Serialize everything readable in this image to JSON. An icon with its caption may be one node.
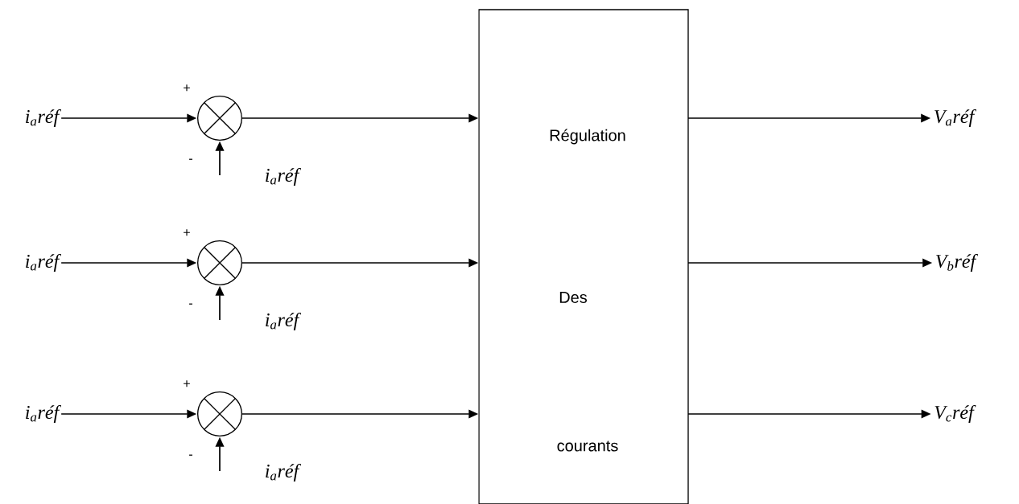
{
  "diagram": {
    "nodes": [
      {
        "text": [
          "Régulation",
          "Des",
          "courants"
        ]
      },
      {
        "text": [
          "i$_{a}$réf"
        ]
      },
      {
        "text": [
          "i$_{a}$réf"
        ]
      },
      {
        "text": [
          "i$_{a}$réf"
        ]
      },
      {
        "text": [],
        "shape": "circle"
      },
      {
        "text": [],
        "shape": "circle"
      },
      {
        "text": [],
        "shape": "circle"
      },
      {
        "text": [
          "V$_{a}$réf"
        ]
      },
      {
        "text": [
          "V$_{b}$réf"
        ]
      },
      {
        "text": [
          "V$_{c}$réf"
        ]
      }
    ],
    "edges": [
      {
        "from": 1,
        "to": 4,
        "arrow": "to"
      },
      {
        "from": null,
        "to": 4,
        "arrow": "to"
      },
      {
        "from": 4,
        "to": 0,
        "arrow": "to"
      },
      {
        "from": 0,
        "to": 7,
        "arrow": "to"
      },
      {
        "from": 2,
        "to": 5,
        "arrow": "to"
      },
      {
        "from": null,
        "to": 5,
        "arrow": "to"
      },
      {
        "from": 5,
        "to": 0,
        "arrow": "to"
      },
      {
        "from": 0,
        "to": 8,
        "arrow": "to"
      },
      {
        "from": 3,
        "to": 6,
        "arrow": "to"
      },
      {
        "from": null,
        "to": 6,
        "arrow": "to"
      },
      {
        "from": 6,
        "to": 0,
        "arrow": "to"
      },
      {
        "from": 0,
        "to": 9,
        "arrow": "to"
      }
    ],
    "labels": [
      "+",
      "-",
      "i$_{a}$réf",
      "+",
      "-",
      "i$_{a}$réf",
      "+",
      "-",
      "i$_{a}$réf"
    ]
  }
}
